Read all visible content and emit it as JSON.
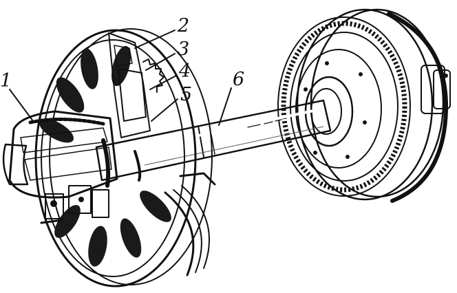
{
  "diagram": {
    "callouts": [
      {
        "id": "1",
        "label": "1"
      },
      {
        "id": "2",
        "label": "2"
      },
      {
        "id": "3",
        "label": "3"
      },
      {
        "id": "4",
        "label": "4"
      },
      {
        "id": "5",
        "label": "5"
      },
      {
        "id": "6",
        "label": "6"
      }
    ]
  },
  "colors": {
    "ink": "#111111",
    "paper": "#ffffff",
    "shade": "#2a2a2a",
    "midtone": "#8a8a8a",
    "light": "#d9d9d9"
  },
  "components": [
    "left-wheel",
    "axle-box",
    "axle",
    "right-wheel",
    "gear-ring"
  ]
}
